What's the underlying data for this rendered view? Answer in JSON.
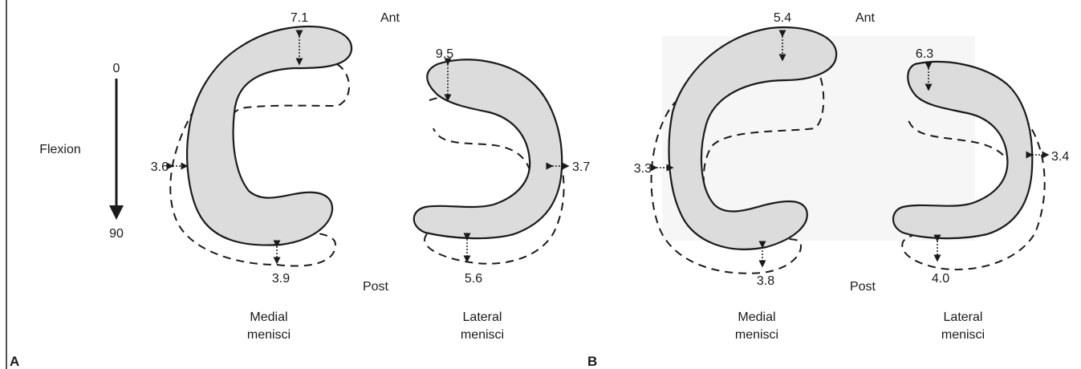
{
  "panels": {
    "a": {
      "letter": "A",
      "flexion": {
        "label": "Flexion",
        "start": "0",
        "end": "90"
      },
      "ant_label": "Ant",
      "post_label": "Post",
      "medial": {
        "line1": "Medial",
        "line2": "menisci",
        "ant": "7.1",
        "side": "3.6",
        "post": "3.9"
      },
      "lateral": {
        "line1": "Lateral",
        "line2": "menisci",
        "ant": "9.5",
        "side": "3.7",
        "post": "5.6"
      }
    },
    "b": {
      "letter": "B",
      "ant_label": "Ant",
      "post_label": "Post",
      "medial": {
        "line1": "Medial",
        "line2": "menisci",
        "ant": "5.4",
        "side": "3.3",
        "post": "3.8"
      },
      "lateral": {
        "line1": "Lateral",
        "line2": "menisci",
        "ant": "6.3",
        "side": "3.4",
        "post": "4.0"
      }
    }
  },
  "colors": {
    "meniscus_fill": "#dcdcdc",
    "ink": "#1a1a1a"
  }
}
